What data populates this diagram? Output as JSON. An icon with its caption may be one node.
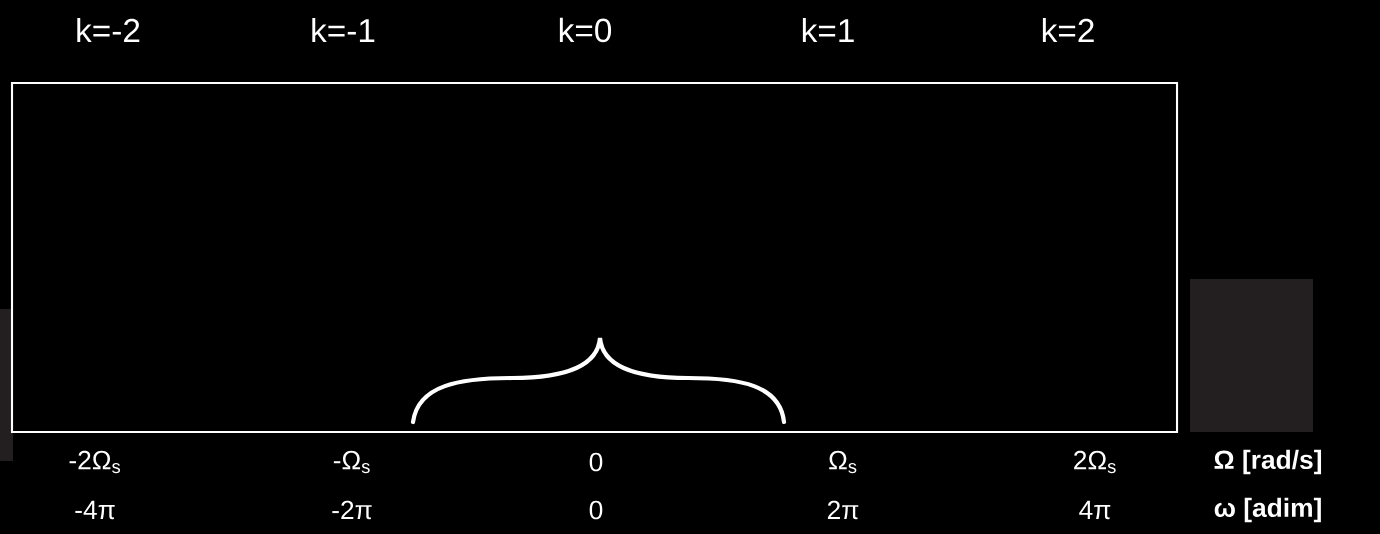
{
  "diagram": {
    "labels": [
      "k=-2",
      "k=-1",
      "k=0",
      "k=1",
      "k=2",
      "-2Ω$_{s}$",
      "-Ω$_{s}$",
      "0",
      "Ω$_{s}$",
      "2Ω$_{s}$",
      "Ω [rad/s]",
      "-4π",
      "-2π",
      "0",
      "2π",
      "4π",
      "ω [adim]"
    ]
  }
}
